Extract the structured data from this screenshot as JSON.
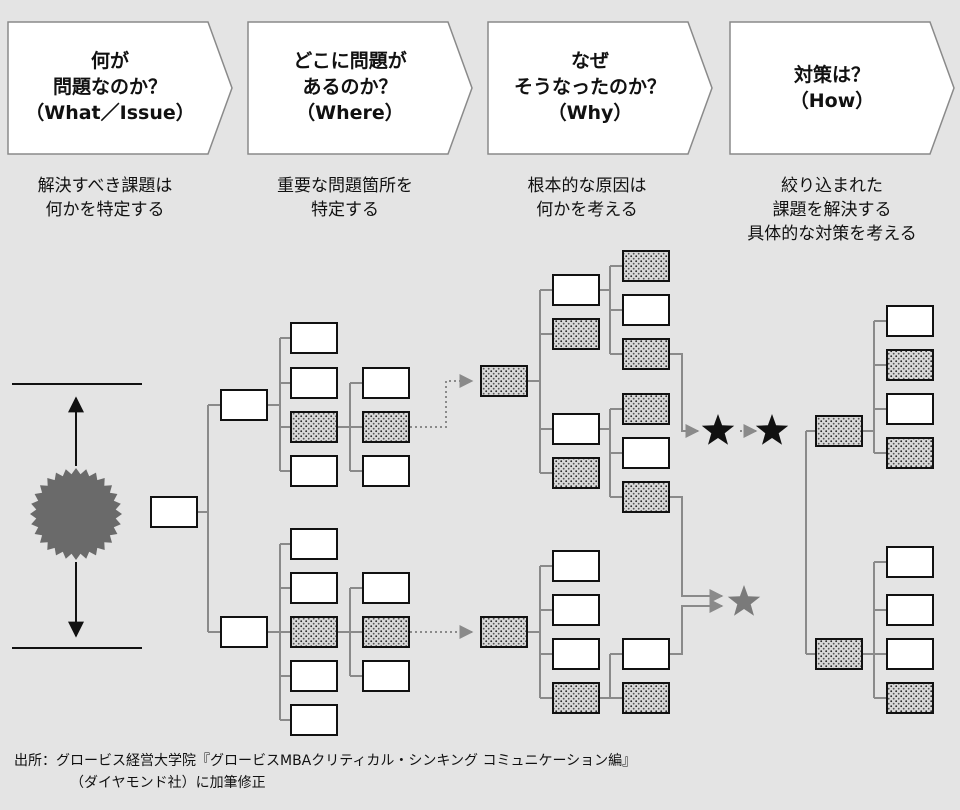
{
  "headers": [
    {
      "title_lines": [
        "何が",
        "問題なのか？",
        "（What／Issue）"
      ],
      "desc_lines": [
        "解決すべき課題は",
        "何かを特定する"
      ]
    },
    {
      "title_lines": [
        "どこに問題が",
        "あるのか？",
        "（Where）"
      ],
      "desc_lines": [
        "重要な問題箇所を",
        "特定する"
      ]
    },
    {
      "title_lines": [
        "なぜ",
        "そうなったのか？",
        "（Why）"
      ],
      "desc_lines": [
        "根本的な原因は",
        "何かを考える"
      ]
    },
    {
      "title_lines": [
        "対策は？",
        "（How）"
      ],
      "desc_lines": [
        "絞り込まれた",
        "課題を解決する",
        "具体的な対策を考える"
      ]
    }
  ],
  "source": {
    "line1": "出所：グロービス経営大学院『グロービスMBAクリティカル・シンキング コミュニケーション編』",
    "line2": "（ダイヤモンド社）に加筆修正"
  },
  "colors": {
    "background": "#e4e4e4",
    "chevron_fill": "#ffffff",
    "box_stroke": "#111111",
    "connector": "#8a8a8a",
    "problem_burst": "#6a6a6a",
    "star_primary": "#111111",
    "star_secondary": "#7a7a7a"
  }
}
